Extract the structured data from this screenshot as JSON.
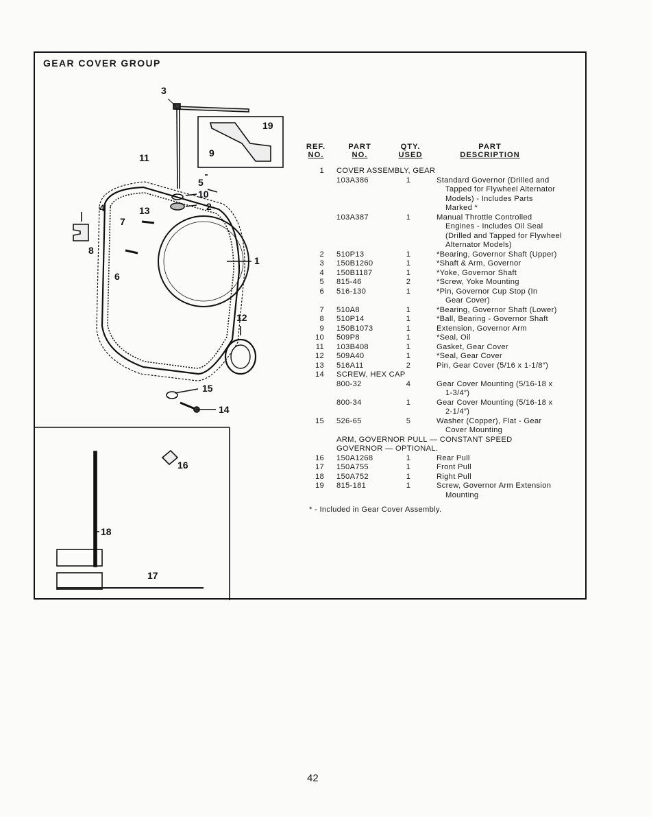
{
  "page": {
    "title": "GEAR COVER GROUP",
    "page_number": "42",
    "footnote": "* - Included in Gear Cover Assembly."
  },
  "table": {
    "headers": {
      "ref_line1": "REF.",
      "ref_line2": "NO.",
      "part_line1": "PART",
      "part_line2": "NO.",
      "qty_line1": "QTY.",
      "qty_line2": "USED",
      "desc_line1": "PART",
      "desc_line2": "DESCRIPTION"
    },
    "rows": [
      {
        "kind": "span",
        "ref": "1",
        "text": "COVER ASSEMBLY, GEAR"
      },
      {
        "kind": "item",
        "ref": "",
        "part": "103A386",
        "qty": "1",
        "desc": "Standard Governor (Drilled and"
      },
      {
        "kind": "cont",
        "desc": "Tapped for Flywheel Alternator"
      },
      {
        "kind": "cont",
        "desc": "Models) - Includes Parts"
      },
      {
        "kind": "cont",
        "desc": "Marked *"
      },
      {
        "kind": "item",
        "ref": "",
        "part": "103A387",
        "qty": "1",
        "desc": "Manual Throttle Controlled"
      },
      {
        "kind": "cont",
        "desc": "Engines - Includes Oil Seal"
      },
      {
        "kind": "cont",
        "desc": "(Drilled and Tapped for Flywheel"
      },
      {
        "kind": "cont",
        "desc": "Alternator Models)"
      },
      {
        "kind": "item",
        "ref": "2",
        "part": "510P13",
        "qty": "1",
        "desc": "*Bearing, Governor Shaft (Upper)"
      },
      {
        "kind": "item",
        "ref": "3",
        "part": "150B1260",
        "qty": "1",
        "desc": "*Shaft & Arm, Governor"
      },
      {
        "kind": "item",
        "ref": "4",
        "part": "150B1187",
        "qty": "1",
        "desc": "*Yoke, Governor Shaft"
      },
      {
        "kind": "item",
        "ref": "5",
        "part": "815-46",
        "qty": "2",
        "desc": "*Screw, Yoke Mounting"
      },
      {
        "kind": "item",
        "ref": "6",
        "part": "516-130",
        "qty": "1",
        "desc": "*Pin, Governor Cup Stop (In"
      },
      {
        "kind": "cont",
        "desc": "Gear Cover)"
      },
      {
        "kind": "item",
        "ref": "7",
        "part": "510A8",
        "qty": "1",
        "desc": "*Bearing, Governor Shaft (Lower)"
      },
      {
        "kind": "item",
        "ref": "8",
        "part": "510P14",
        "qty": "1",
        "desc": "*Ball, Bearing - Governor Shaft"
      },
      {
        "kind": "item",
        "ref": "9",
        "part": "150B1073",
        "qty": "1",
        "desc": "Extension, Governor Arm"
      },
      {
        "kind": "item",
        "ref": "10",
        "part": "509P8",
        "qty": "1",
        "desc": "*Seal, Oil"
      },
      {
        "kind": "item",
        "ref": "11",
        "part": "103B408",
        "qty": "1",
        "desc": "Gasket, Gear Cover"
      },
      {
        "kind": "item",
        "ref": "12",
        "part": "509A40",
        "qty": "1",
        "desc": "*Seal, Gear Cover"
      },
      {
        "kind": "item",
        "ref": "13",
        "part": "516A11",
        "qty": "2",
        "desc": "Pin, Gear Cover (5/16 x 1-1/8″)"
      },
      {
        "kind": "span",
        "ref": "14",
        "text": "SCREW, HEX CAP"
      },
      {
        "kind": "item",
        "ref": "",
        "part": "800-32",
        "qty": "4",
        "desc": "Gear Cover Mounting (5/16-18 x"
      },
      {
        "kind": "cont",
        "desc": "1-3/4″)"
      },
      {
        "kind": "item",
        "ref": "",
        "part": "800-34",
        "qty": "1",
        "desc": "Gear Cover Mounting (5/16-18 x"
      },
      {
        "kind": "cont",
        "desc": "2-1/4″)"
      },
      {
        "kind": "item",
        "ref": "15",
        "part": "526-65",
        "qty": "5",
        "desc": "Washer (Copper), Flat - Gear"
      },
      {
        "kind": "cont",
        "desc": "Cover Mounting"
      },
      {
        "kind": "span",
        "ref": "",
        "text": "ARM, GOVERNOR PULL — CONSTANT SPEED"
      },
      {
        "kind": "span",
        "ref": "",
        "text": "GOVERNOR — OPTIONAL."
      },
      {
        "kind": "item",
        "ref": "16",
        "part": "150A1268",
        "qty": "1",
        "desc": "Rear Pull"
      },
      {
        "kind": "item",
        "ref": "17",
        "part": "150A755",
        "qty": "1",
        "desc": "Front Pull"
      },
      {
        "kind": "item",
        "ref": "18",
        "part": "150A752",
        "qty": "1",
        "desc": "Right Pull"
      },
      {
        "kind": "item",
        "ref": "19",
        "part": "815-181",
        "qty": "1",
        "desc": "Screw, Governor Arm Extension"
      },
      {
        "kind": "cont",
        "desc": "Mounting"
      }
    ]
  },
  "callouts": {
    "c1": "1",
    "c2": "2",
    "c3": "3",
    "c4": "4",
    "c5": "5",
    "c6": "6",
    "c7": "7",
    "c8": "8",
    "c9": "9",
    "c10": "10",
    "c11": "11",
    "c12": "12",
    "c13": "13",
    "c14": "14",
    "c15": "15",
    "c16": "16",
    "c17": "17",
    "c18": "18",
    "c19": "19"
  }
}
